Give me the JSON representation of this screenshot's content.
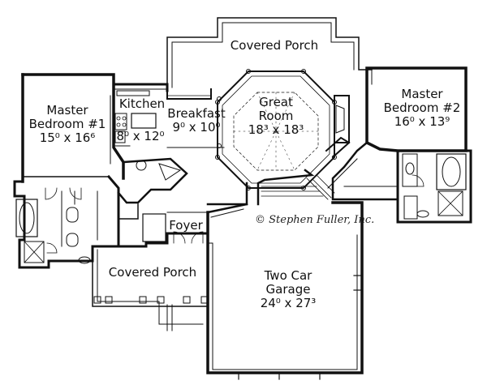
{
  "rooms": {
    "covered_porch_top": {
      "name": "Covered Porch"
    },
    "master_bedroom_1": {
      "name_line1": "Master",
      "name_line2": "Bedroom #1",
      "dims": "15⁰ x 16⁶"
    },
    "kitchen": {
      "name": "Kitchen",
      "dims": "8⁰ x 12⁰"
    },
    "breakfast": {
      "name": "Breakfast",
      "dims": "9⁰ x 10⁰"
    },
    "great_room": {
      "name_line1": "Great",
      "name_line2": "Room",
      "dims": "18³ x 18³"
    },
    "master_bedroom_2": {
      "name_line1": "Master",
      "name_line2": "Bedroom #2",
      "dims": "16⁰ x 13⁹"
    },
    "foyer": {
      "name": "Foyer"
    },
    "covered_porch_bottom": {
      "name": "Covered Porch"
    },
    "garage": {
      "name_line1": "Two Car",
      "name_line2": "Garage",
      "dims": "24⁰ x 27³"
    }
  },
  "copyright": {
    "symbol": "©",
    "text": "Stephen Fuller, Inc."
  }
}
